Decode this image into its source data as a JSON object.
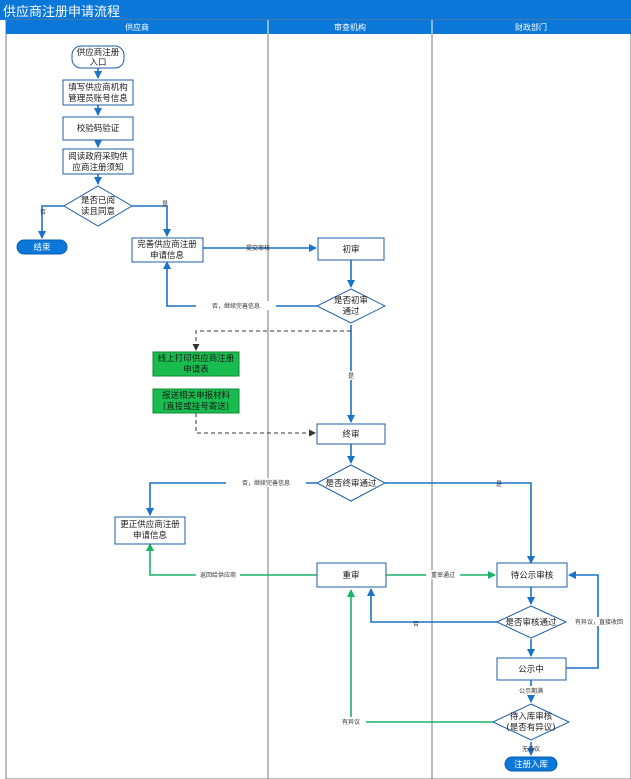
{
  "title": "供应商注册申请流程",
  "lanes": [
    {
      "name": "供应商"
    },
    {
      "name": "审查机构"
    },
    {
      "name": "财政部门"
    }
  ],
  "nodes": {
    "start": [
      "供应商注册",
      "入口"
    ],
    "fill_account": [
      "填写供应商机构",
      "管理员账号信息"
    ],
    "verify_code": [
      "校验码验证"
    ],
    "read_notice": [
      "阅读政府采购供",
      "应商注册须知"
    ],
    "agree_decision": [
      "是否已阅",
      "读且同意"
    ],
    "end": [
      "结束"
    ],
    "complete_info": [
      "完善供应商注册",
      "申请信息"
    ],
    "first_review": [
      "初审"
    ],
    "first_pass_decision": [
      "是否初审",
      "通过"
    ],
    "print_form": [
      "线上打印供应商注册",
      "申请表"
    ],
    "send_materials": [
      "报送相关申报材料",
      "(直接或挂号寄送)"
    ],
    "final_review": [
      "终审"
    ],
    "final_pass_decision": [
      "是否终审通过"
    ],
    "correct_info": [
      "更正供应商注册",
      "申请信息"
    ],
    "re_review": [
      "重审"
    ],
    "pending_public_review": [
      "待公示审核"
    ],
    "public_review_decision": [
      "是否审核通过"
    ],
    "publicizing": [
      "公示中"
    ],
    "storage_decision": [
      "待入库审核",
      "(是否有异议)"
    ],
    "registered": [
      "注册入库"
    ]
  },
  "edge_labels": {
    "no": "否",
    "yes": "是",
    "submit_review": "提交审核",
    "no_continue_1": "否，继续完善信息",
    "yes_first": "是",
    "no_continue_2": "否，继续完善信息",
    "yes_final": "是",
    "return_supplier": "返回给供应商",
    "review_pass": "重审通过",
    "no_public": "否",
    "objection_direct": "有异议，直接收回",
    "period_expire": "公示期满",
    "has_objection": "有异议",
    "no_objection": "无异议"
  },
  "colors": {
    "header": "#0a77d9",
    "flow_blue": "#1a73c9",
    "flow_green": "#1ab36a",
    "green_box": "#19bd4f"
  }
}
